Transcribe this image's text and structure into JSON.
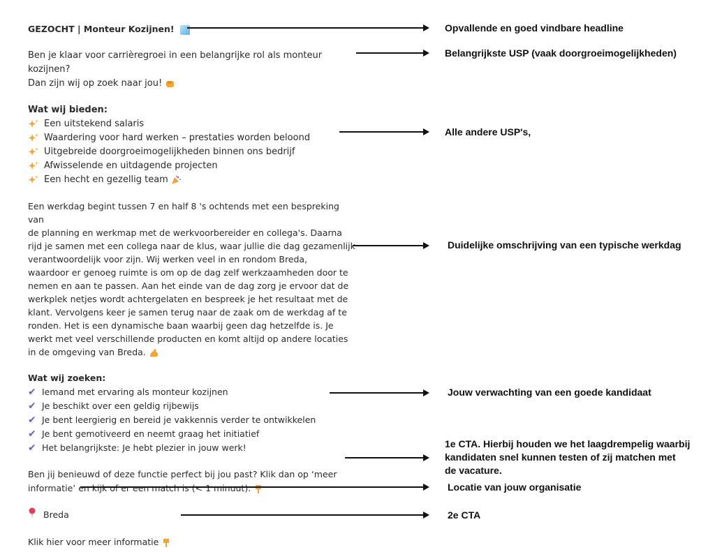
{
  "left": {
    "headline": "GEZOCHT | Monteur Kozijnen!",
    "intro_line1": "Ben je klaar voor carrièregroei in een belangrijke rol als monteur kozijnen?",
    "intro_line2": "Dan zijn wij op zoek naar jou!",
    "offer_title": "Wat wij bieden:",
    "offer_items": [
      "Een uitstekend salaris",
      "Waardering voor hard werken – prestaties worden beloond",
      "Uitgebreide doorgroeimogelijkheden binnen ons bedrijf",
      "Afwisselende en uitdagende projecten",
      "Een hecht en gezellig team"
    ],
    "workday_lines": [
      "Een werkdag begint tussen 7 en half 8 's ochtends met een bespreking van",
      "de planning en werkmap met de werkvoorbereider en collega's. Daarna",
      "rijd je samen met een collega naar de klus, waar jullie die dag gezamenlijk",
      "verantwoordelijk voor zijn. Wij werken veel in en rondom Breda,",
      "waardoor er genoeg ruimte is om op de dag zelf werkzaamheden door te",
      "nemen en aan te passen. Aan het einde van de dag zorg je ervoor dat de",
      "werkplek netjes wordt achtergelaten en bespreek je het resultaat met de",
      "klant. Vervolgens keer je samen terug naar de zaak om de werkdag af te",
      "ronden. Het is een dynamische baan waarbij geen dag hetzelfde is. Je",
      "werkt met veel verschillende producten en komt altijd op andere locaties",
      "in de omgeving van Breda."
    ],
    "seek_title": "Wat wij zoeken:",
    "seek_items": [
      "Iemand met ervaring als monteur kozijnen",
      "Je beschikt over een geldig rijbewijs",
      "Je bent leergierig en bereid je vakkennis verder te ontwikkelen",
      "Je bent gemotiveerd en neemt graag het initiatief",
      "Het belangrijkste: Je hebt plezier in jouw werk!"
    ],
    "cta1_line1": "Ben jij benieuwd of deze functie perfect bij jou past? Klik dan op ‘meer",
    "cta1_line2": "informatie’ en kijk of er een match is (< 1 minuut).",
    "location": "Breda",
    "cta2": "Klik hier voor meer informatie"
  },
  "annotations": {
    "headline": "Opvallende en goed vindbare headline",
    "usp": "Belangrijkste USP (vaak doorgroeimogelijkheden)",
    "other_usps": "Alle andere USP's,",
    "workday": "Duidelijke omschrijving van een typische werkdag",
    "candidate": "Jouw verwachting van een goede kandidaat",
    "cta1_line1": "1e CTA. Hierbij houden we het laagdrempelig waarbij",
    "cta1_line2": "kandidaten snel kunnen testen of zij matchen met",
    "cta1_line3": "de vacature.",
    "location": "Locatie van jouw organisatie",
    "cta2": "2e CTA"
  },
  "colors": {
    "check": "#7656c8",
    "sparkle": "#f2a33a",
    "pin": "#e0405a",
    "headline_icon": "#7cc4ec"
  }
}
